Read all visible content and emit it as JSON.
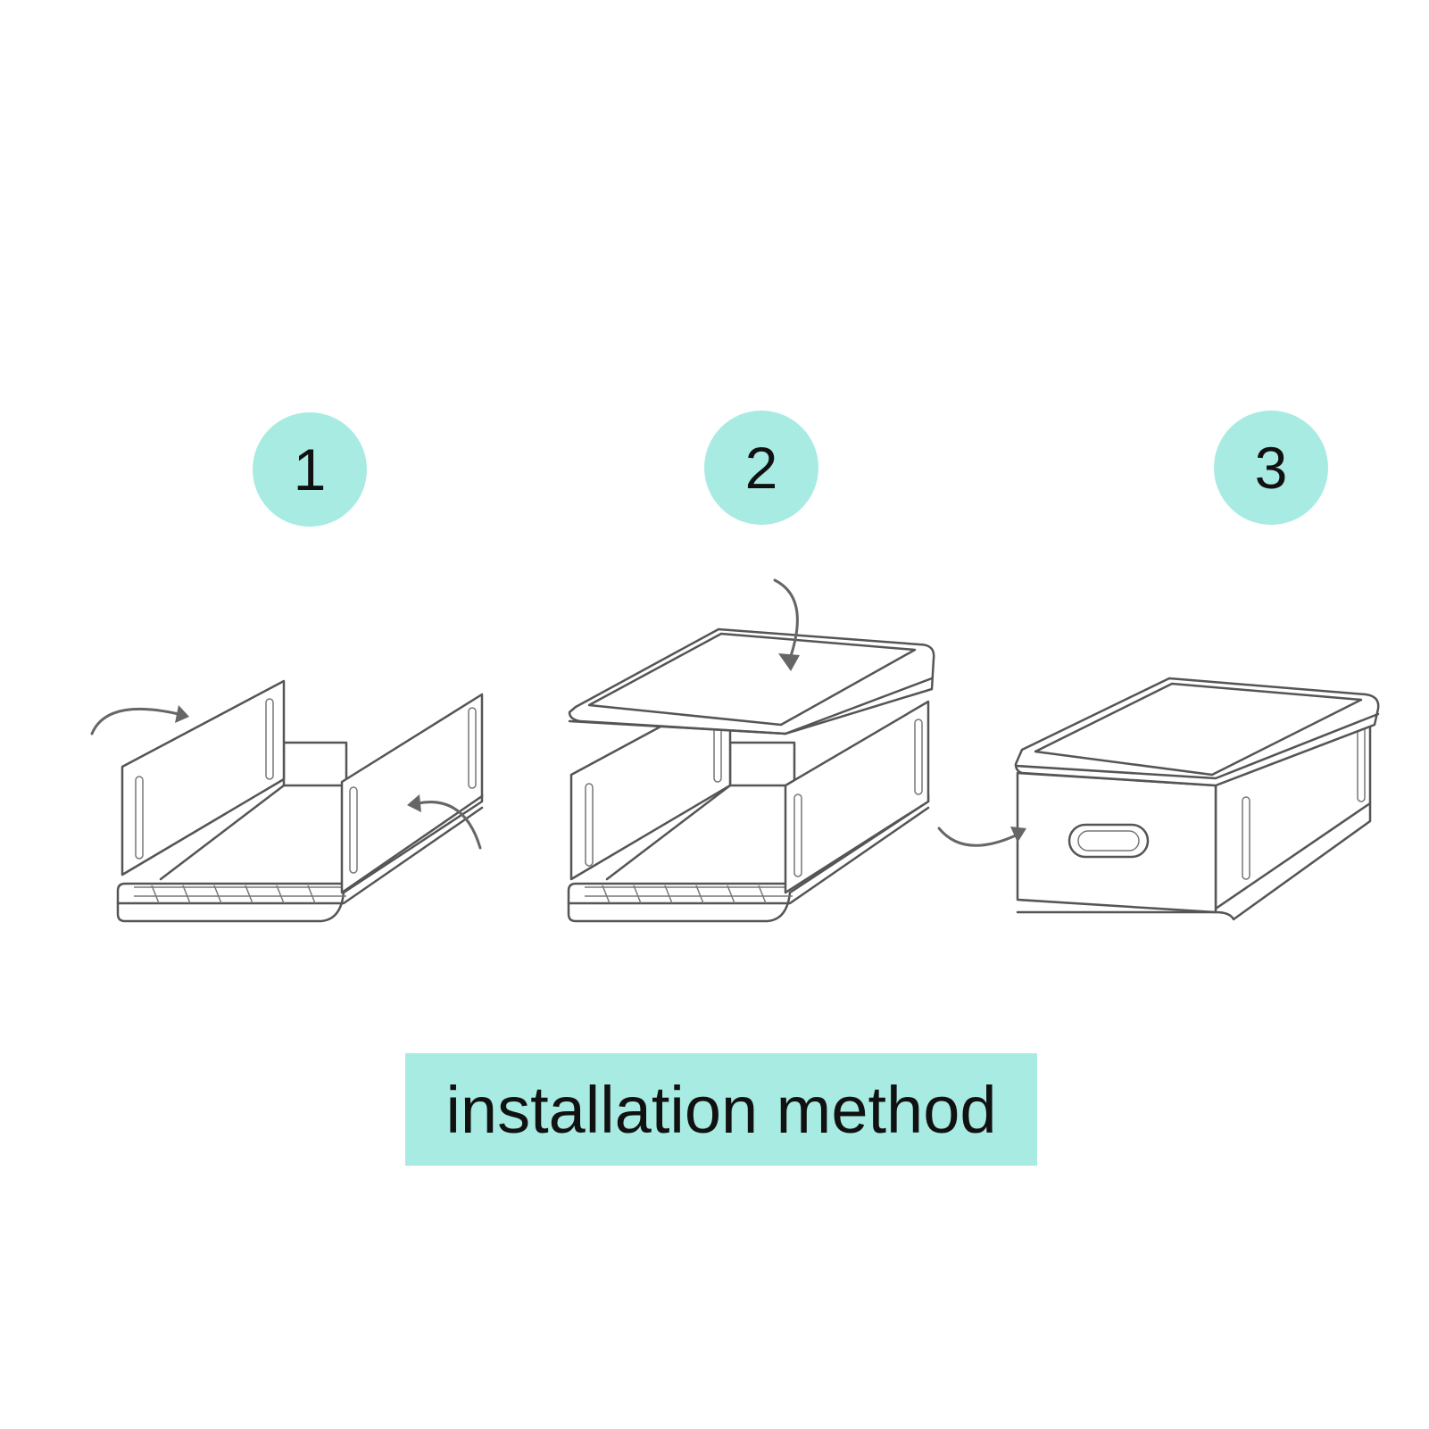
{
  "steps": [
    {
      "number": "1"
    },
    {
      "number": "2"
    },
    {
      "number": "3"
    }
  ],
  "caption": "installation method",
  "colors": {
    "accent": "#a8ebe2",
    "line": "#555555",
    "text": "#111111",
    "background": "#ffffff"
  },
  "icons": [
    "curved-arrow-icon",
    "box-panel-icon",
    "drawer-handle-icon"
  ]
}
